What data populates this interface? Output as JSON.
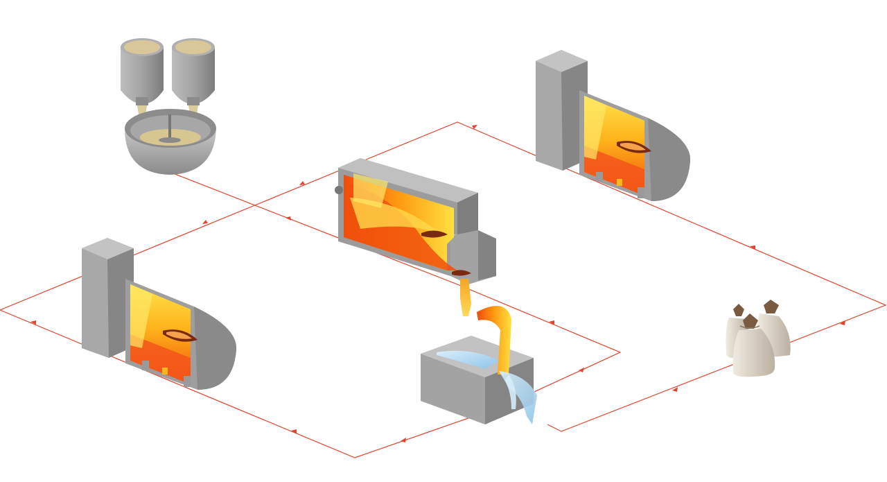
{
  "diagram": {
    "type": "process-flow",
    "colors": {
      "flow_line": "#e0452e",
      "steel_gray": "#9a9a9a",
      "steel_dark": "#6f6f6f",
      "steel_light": "#c4c4c4",
      "flame_orange": "#f26a10",
      "flame_yellow": "#ffd400",
      "molten": "#f58a12",
      "water": "#a9d3ee",
      "sack": "#ded6c8"
    },
    "nodes": [
      {
        "id": "batch-mixer",
        "icon": "mixer-hoppers-icon"
      },
      {
        "id": "furnace-right",
        "icon": "kiln-furnace-icon"
      },
      {
        "id": "melting-furnace",
        "icon": "melting-furnace-icon"
      },
      {
        "id": "furnace-left",
        "icon": "kiln-furnace-icon"
      },
      {
        "id": "quench-tank",
        "icon": "water-quench-tank-icon"
      },
      {
        "id": "product-sacks",
        "icon": "sacks-icon"
      }
    ]
  }
}
